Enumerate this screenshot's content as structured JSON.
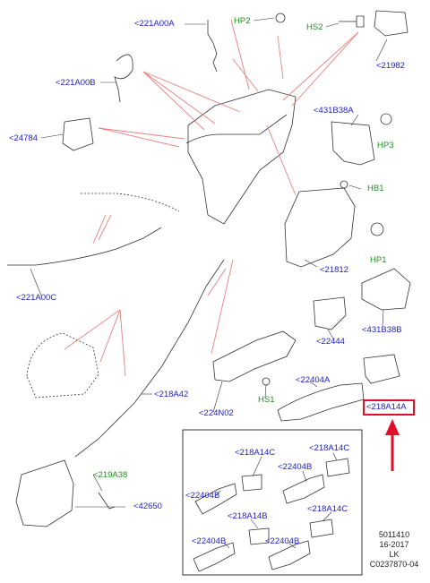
{
  "callouts": {
    "c221a00a": "<221A00A",
    "hp2": "HP2",
    "hs2": "HS2",
    "c21982": "<21982",
    "c221a00b": "<221A00B",
    "c431b38a": "<431B38A",
    "hp3": "HP3",
    "c24784": "<24784",
    "hb1": "HB1",
    "hp1": "HP1",
    "c21812": "<21812",
    "c221a00c": "<221A00C",
    "c431b38b": "<431B38B",
    "c22444": "<22444",
    "c22404a": "<22404A",
    "c218a14a": "<218A14A",
    "c218a42": "<218A42",
    "c224n02": "<224N02",
    "hs1": "HS1",
    "c219a38": "<219A38",
    "c42650": "<42650",
    "c218a14c_1": "<218A14C",
    "c218a14c_2": "<218A14C",
    "c22404b_1": "<22404B",
    "c22404b_2": "<22404B",
    "c218a14b_1": "<218A14B",
    "c218a14c_3": "<218A14C",
    "c22404b_3": "<22404B",
    "c22404b_4": "<22404B"
  },
  "meta": {
    "line1": "5011410",
    "line2": "16-2017",
    "line3": "LK",
    "line4": "C0237870-04"
  },
  "colors": {
    "blue_label": "#1f1fc8",
    "green_label": "#1f8f1f",
    "leader_red": "#e88080",
    "highlight_box": "#e0102a",
    "arrow": "#e0102a"
  }
}
